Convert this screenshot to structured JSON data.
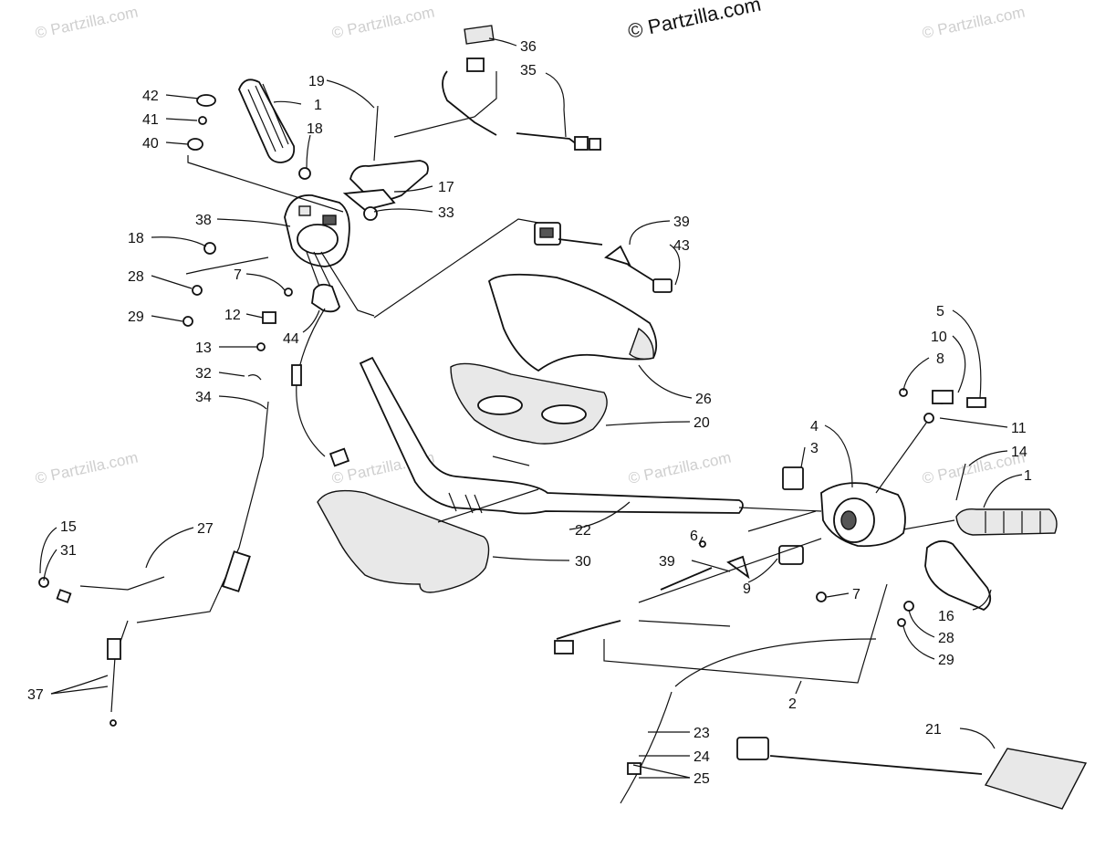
{
  "watermarks": {
    "main": "© Partzilla.com",
    "faint": "© Partzilla.com"
  },
  "callouts": [
    {
      "id": "36",
      "label": "36"
    },
    {
      "id": "35",
      "label": "35"
    },
    {
      "id": "19",
      "label": "19"
    },
    {
      "id": "42",
      "label": "42"
    },
    {
      "id": "1a",
      "label": "1"
    },
    {
      "id": "41",
      "label": "41"
    },
    {
      "id": "18a",
      "label": "18"
    },
    {
      "id": "40",
      "label": "40"
    },
    {
      "id": "17",
      "label": "17"
    },
    {
      "id": "38",
      "label": "38"
    },
    {
      "id": "33",
      "label": "33"
    },
    {
      "id": "39a",
      "label": "39"
    },
    {
      "id": "43",
      "label": "43"
    },
    {
      "id": "18b",
      "label": "18"
    },
    {
      "id": "28a",
      "label": "28"
    },
    {
      "id": "7a",
      "label": "7"
    },
    {
      "id": "29a",
      "label": "29"
    },
    {
      "id": "12",
      "label": "12"
    },
    {
      "id": "44",
      "label": "44"
    },
    {
      "id": "13",
      "label": "13"
    },
    {
      "id": "5",
      "label": "5"
    },
    {
      "id": "10",
      "label": "10"
    },
    {
      "id": "8",
      "label": "8"
    },
    {
      "id": "32",
      "label": "32"
    },
    {
      "id": "34",
      "label": "34"
    },
    {
      "id": "26",
      "label": "26"
    },
    {
      "id": "20",
      "label": "20"
    },
    {
      "id": "4",
      "label": "4"
    },
    {
      "id": "11",
      "label": "11"
    },
    {
      "id": "3",
      "label": "3"
    },
    {
      "id": "14",
      "label": "14"
    },
    {
      "id": "1b",
      "label": "1"
    },
    {
      "id": "15",
      "label": "15"
    },
    {
      "id": "27",
      "label": "27"
    },
    {
      "id": "31",
      "label": "31"
    },
    {
      "id": "22",
      "label": "22"
    },
    {
      "id": "6",
      "label": "6"
    },
    {
      "id": "30",
      "label": "30"
    },
    {
      "id": "39b",
      "label": "39"
    },
    {
      "id": "9",
      "label": "9"
    },
    {
      "id": "7b",
      "label": "7"
    },
    {
      "id": "16",
      "label": "16"
    },
    {
      "id": "28b",
      "label": "28"
    },
    {
      "id": "29b",
      "label": "29"
    },
    {
      "id": "37",
      "label": "37"
    },
    {
      "id": "2",
      "label": "2"
    },
    {
      "id": "21",
      "label": "21"
    },
    {
      "id": "23",
      "label": "23"
    },
    {
      "id": "24",
      "label": "24"
    },
    {
      "id": "25",
      "label": "25"
    }
  ]
}
